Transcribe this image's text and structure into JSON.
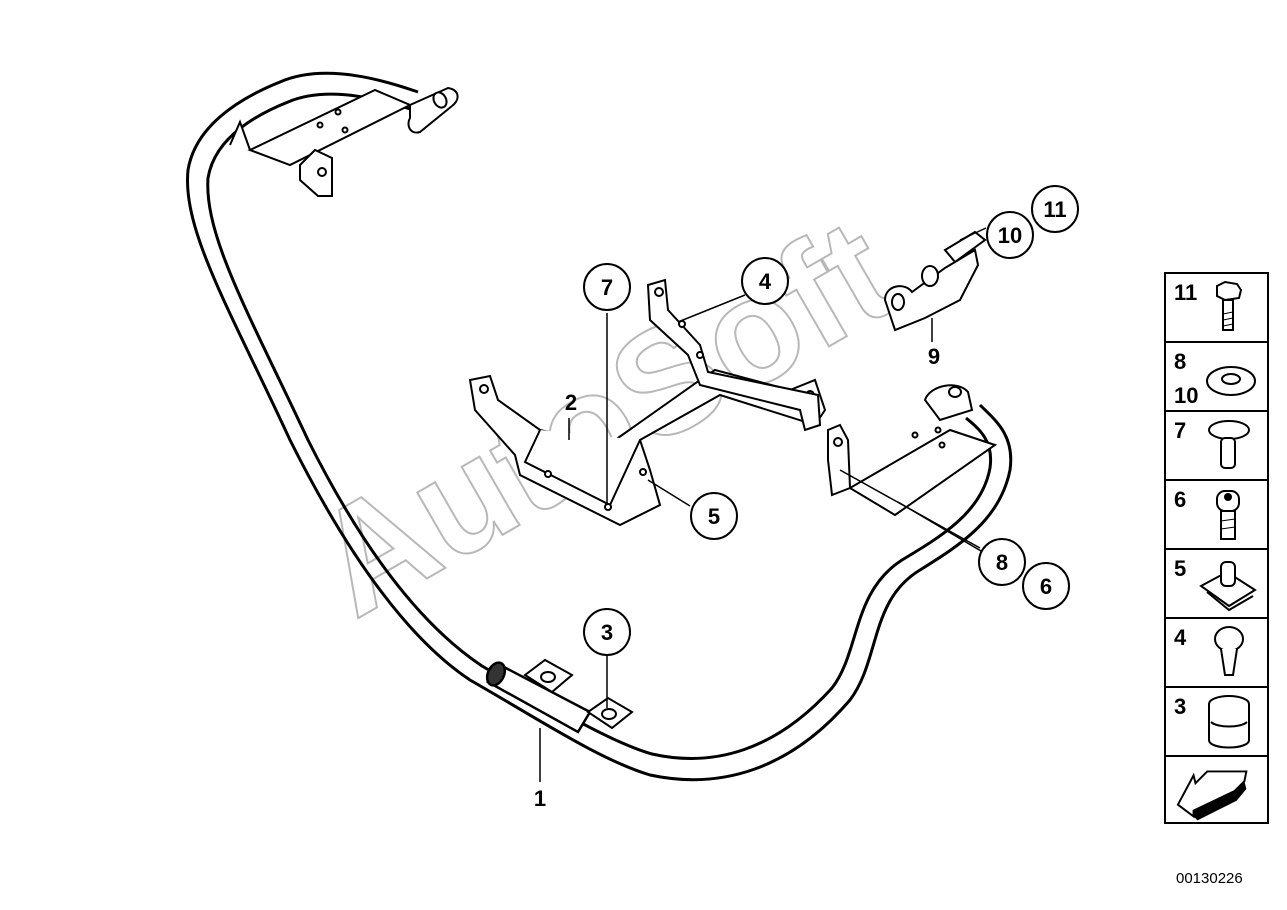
{
  "watermark": "AutoSoft",
  "diagram_id": "00130226",
  "callouts": [
    {
      "id": "c7",
      "label": "7"
    },
    {
      "id": "c4",
      "label": "4"
    },
    {
      "id": "c10",
      "label": "10"
    },
    {
      "id": "c11",
      "label": "11"
    },
    {
      "id": "c5",
      "label": "5"
    },
    {
      "id": "c8",
      "label": "8"
    },
    {
      "id": "c6",
      "label": "6"
    },
    {
      "id": "c3",
      "label": "3"
    }
  ],
  "plain_labels": [
    {
      "id": "l2",
      "label": "2"
    },
    {
      "id": "l9",
      "label": "9"
    },
    {
      "id": "l1",
      "label": "1"
    }
  ],
  "legend": [
    {
      "nums": [
        "11"
      ],
      "icon": "bolt-icon"
    },
    {
      "nums": [
        "8",
        "10"
      ],
      "icon": "washer-icon"
    },
    {
      "nums": [
        "7"
      ],
      "icon": "flat-head-screw-icon"
    },
    {
      "nums": [
        "6"
      ],
      "icon": "socket-screw-icon"
    },
    {
      "nums": [
        "5"
      ],
      "icon": "clip-nut-icon"
    },
    {
      "nums": [
        "4"
      ],
      "icon": "expanding-rivet-icon"
    },
    {
      "nums": [
        "3"
      ],
      "icon": "rubber-buffer-icon"
    },
    {
      "nums": [],
      "icon": "direction-arrow-icon"
    }
  ]
}
